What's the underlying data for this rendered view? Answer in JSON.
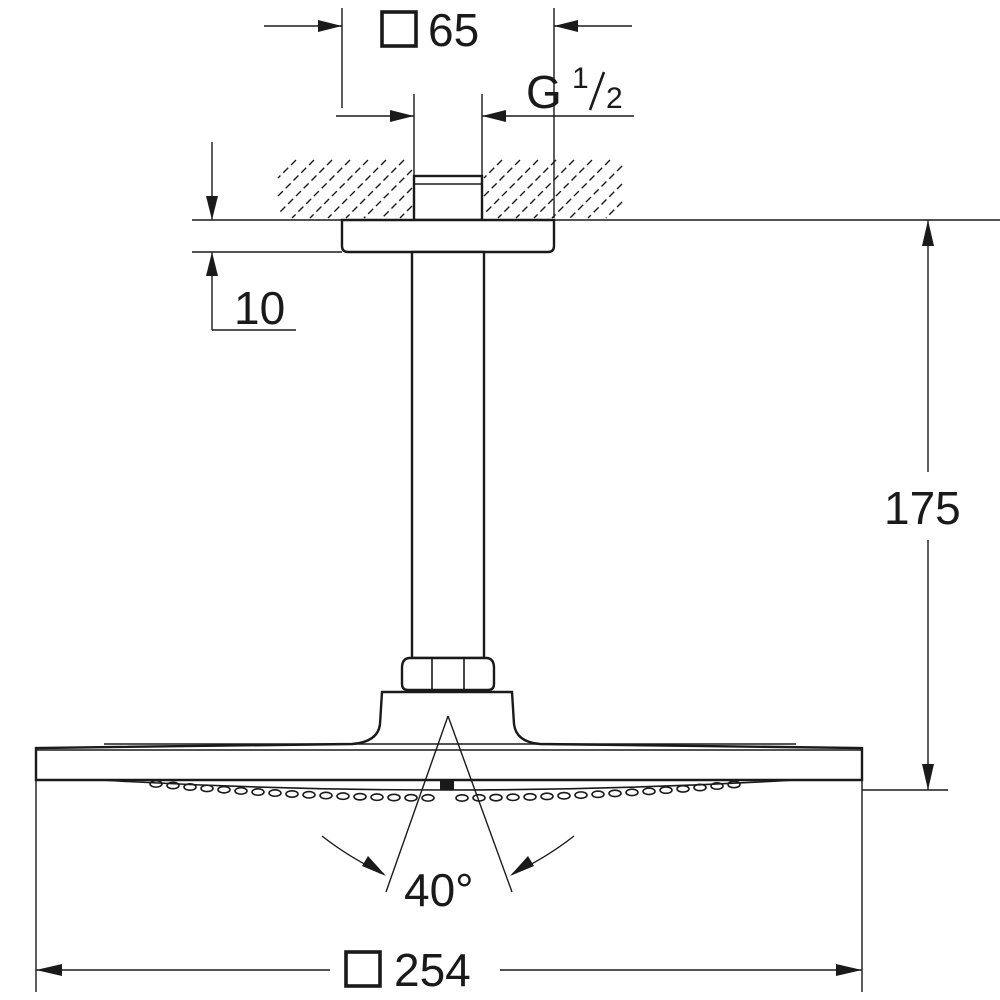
{
  "dimensions": {
    "ceiling_flange_square": "65",
    "thread": {
      "letter": "G",
      "numerator": "1",
      "denominator": "2"
    },
    "flange_height": "10",
    "arm_length": "175",
    "spray_angle": "40°",
    "head_square": "254"
  }
}
